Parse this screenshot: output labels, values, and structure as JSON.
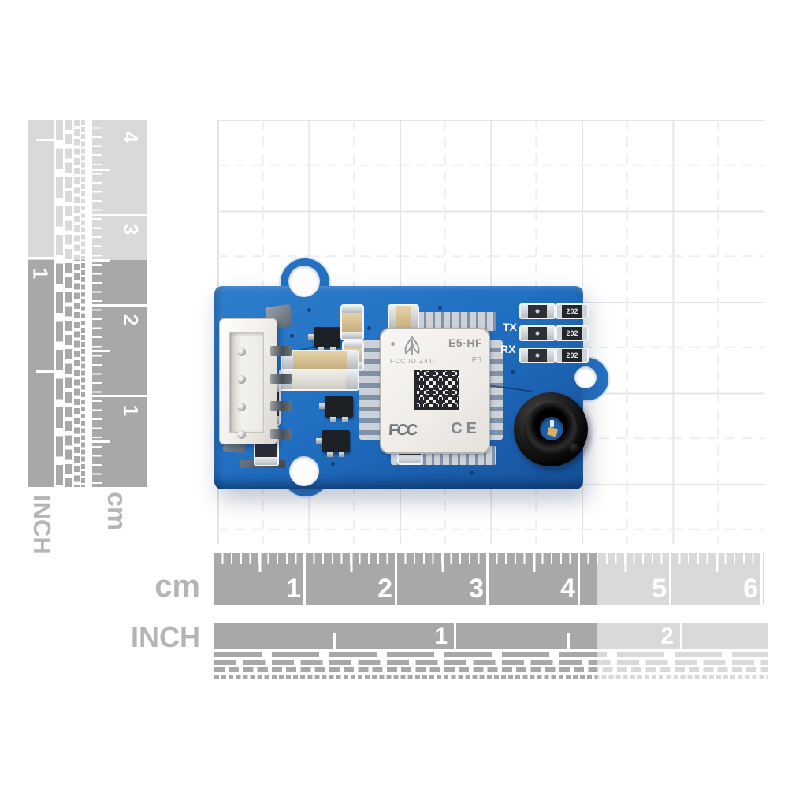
{
  "product_photo": {
    "module": {
      "name": "E5-HF",
      "fcc_id": "FCC ID Z4T-",
      "cert_mark": "E5",
      "fcc_logo": "FCC",
      "ce_logo": "CE"
    },
    "board": {
      "tx": "TX",
      "rx": "RX",
      "resistor_code": "202"
    }
  },
  "rulers": {
    "bottom_cm": {
      "label": "cm",
      "numbers": [
        "1",
        "2",
        "3",
        "4",
        "5",
        "6"
      ]
    },
    "bottom_inch": {
      "label": "INCH",
      "numbers": [
        "1",
        "2"
      ]
    },
    "left_cm": {
      "label": "cm",
      "numbers": [
        "4",
        "3",
        "2",
        "1"
      ]
    },
    "left_inch": {
      "label": "INCH",
      "numbers": [
        "1"
      ]
    }
  },
  "colors": {
    "pcb_blue": "#2170c2",
    "ruler_gray": "#a8a8a8",
    "ruler_light": "#d8d8d8",
    "label_gray": "#b5b5b5",
    "module_white": "#f4f2ee",
    "grid_line": "#e2e4e8"
  }
}
